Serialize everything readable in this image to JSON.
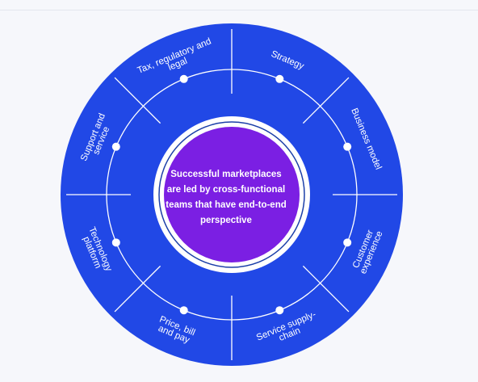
{
  "diagram": {
    "center_text": "Successful marketplaces are led by cross-functional teams that have end-to-end perspective",
    "segments": [
      {
        "lines": [
          "Strategy"
        ]
      },
      {
        "lines": [
          "Business model"
        ]
      },
      {
        "lines": [
          "Customer",
          "experience"
        ]
      },
      {
        "lines": [
          "Service supply-",
          "chain"
        ]
      },
      {
        "lines": [
          "Price, bill",
          "and pay"
        ]
      },
      {
        "lines": [
          "Technology",
          "platform"
        ]
      },
      {
        "lines": [
          "Support and",
          "service"
        ]
      },
      {
        "lines": [
          "Tax, regulatory and",
          "legal"
        ]
      }
    ],
    "colors": {
      "ring": "#2148e6",
      "center": "#7b1fe3",
      "inner_line": "#1b3fa8",
      "line": "#ffffff",
      "background": "#f6f7fb"
    }
  }
}
